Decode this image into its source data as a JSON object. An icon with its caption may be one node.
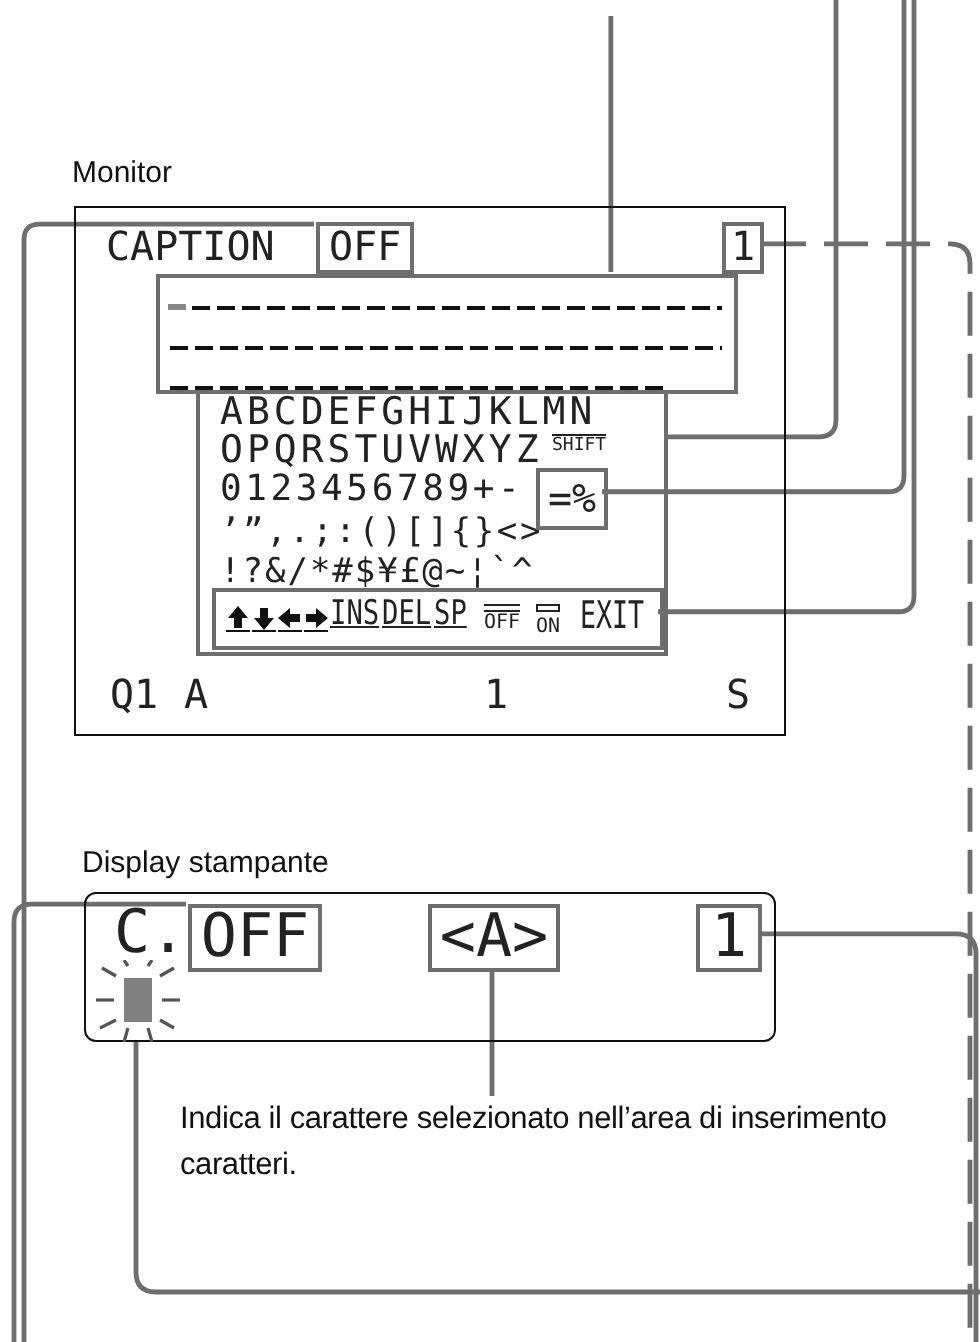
{
  "diagram": {
    "nodes": [
      {
        "text": [
          "Monitor"
        ]
      },
      {
        "text": [
          "OFF"
        ],
        "in": 0
      },
      {
        "text": [
          "1"
        ],
        "in": 0
      },
      {
        "text": [],
        "shape": "box",
        "in": 0
      },
      {
        "text": [
          "ABCDEFGHIJKLMN",
          "OPQRSTUVWXYZ",
          "SHIFT",
          "0123456789+-",
          "’”,.;:()[]{}<>",
          "!?&/*#$¥£@~¦`^"
        ],
        "in": 0
      },
      {
        "text": [
          "=%"
        ],
        "in": 4
      },
      {
        "text": [
          "INS",
          "DEL",
          "SP",
          "OFF",
          "ON",
          "EXIT"
        ],
        "in": 4
      },
      {
        "text": [
          "Display stampante"
        ]
      },
      {
        "text": [
          "OFF"
        ],
        "in": 7
      },
      {
        "text": [
          "<A>"
        ],
        "in": 7
      },
      {
        "text": [
          "1"
        ],
        "in": 7
      },
      {
        "text": [],
        "shape": "box",
        "in": 7
      },
      {
        "text": [
          "Indica il carattere selezionato nell’area di inserimento caratteri."
        ]
      }
    ],
    "edges": [
      {
        "from": 3,
        "to": null,
        "arrow": "none"
      },
      {
        "from": 4,
        "to": null,
        "arrow": "none"
      },
      {
        "from": 5,
        "to": null,
        "arrow": "none"
      },
      {
        "from": 6,
        "to": null,
        "arrow": "none"
      },
      {
        "from": 1,
        "to": null,
        "arrow": "none"
      },
      {
        "from": 2,
        "to": null,
        "arrow": "none",
        "style": "dashed"
      },
      {
        "from": 8,
        "to": null,
        "arrow": "none"
      },
      {
        "from": 10,
        "to": null,
        "arrow": "none"
      },
      {
        "from": 11,
        "to": null,
        "arrow": "none"
      },
      {
        "from": 9,
        "to": 12,
        "arrow": "none"
      }
    ],
    "labels": [
      "CAPTION",
      "Q1",
      "A",
      "1",
      "S",
      "C."
    ]
  }
}
